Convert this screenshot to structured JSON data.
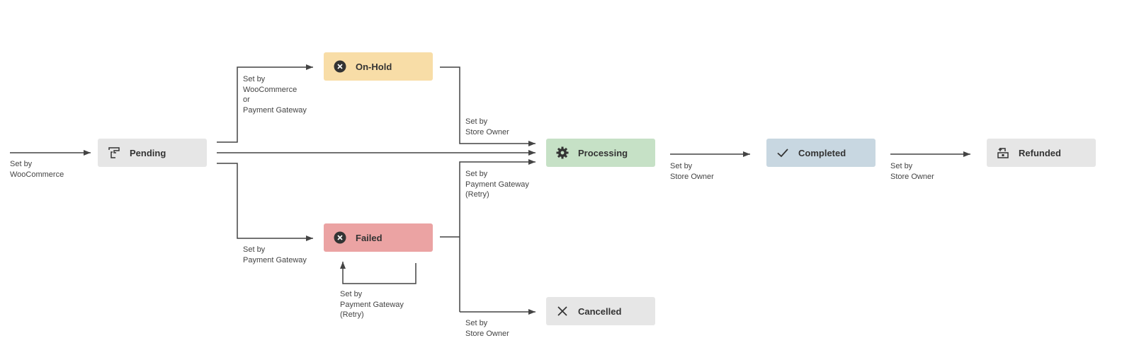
{
  "nodes": {
    "pending": {
      "label": "Pending",
      "color": "#e6e6e6"
    },
    "onhold": {
      "label": "On-Hold",
      "color": "#f8dda7"
    },
    "failed": {
      "label": "Failed",
      "color": "#eba3a3"
    },
    "processing": {
      "label": "Processing",
      "color": "#c6e1c6"
    },
    "completed": {
      "label": "Completed",
      "color": "#c8d7e1"
    },
    "refunded": {
      "label": "Refunded",
      "color": "#e6e6e6"
    },
    "cancelled": {
      "label": "Cancelled",
      "color": "#e6e6e6"
    }
  },
  "notes": {
    "start": "Set by\nWooCommerce",
    "to_onhold": "Set by\nWooCommerce\nor\nPayment Gateway",
    "to_failed": "Set by\nPayment Gateway",
    "failed_retry": "Set by\nPayment Gateway\n(Retry)",
    "onhold_to_proc": "Set by\nStore Owner",
    "failed_to_proc": "Set by\nPayment Gateway\n(Retry)",
    "to_cancelled": "Set by\nStore Owner",
    "to_completed": "Set by\nStore Owner",
    "to_refunded": "Set by\nStore Owner"
  },
  "icons": {
    "pending": "pending-icon",
    "onhold": "x-circle-icon",
    "failed": "x-circle-icon",
    "processing": "gear-icon",
    "completed": "checkmark-icon",
    "refunded": "refund-icon",
    "cancelled": "x-icon"
  },
  "line_color": "#444444"
}
